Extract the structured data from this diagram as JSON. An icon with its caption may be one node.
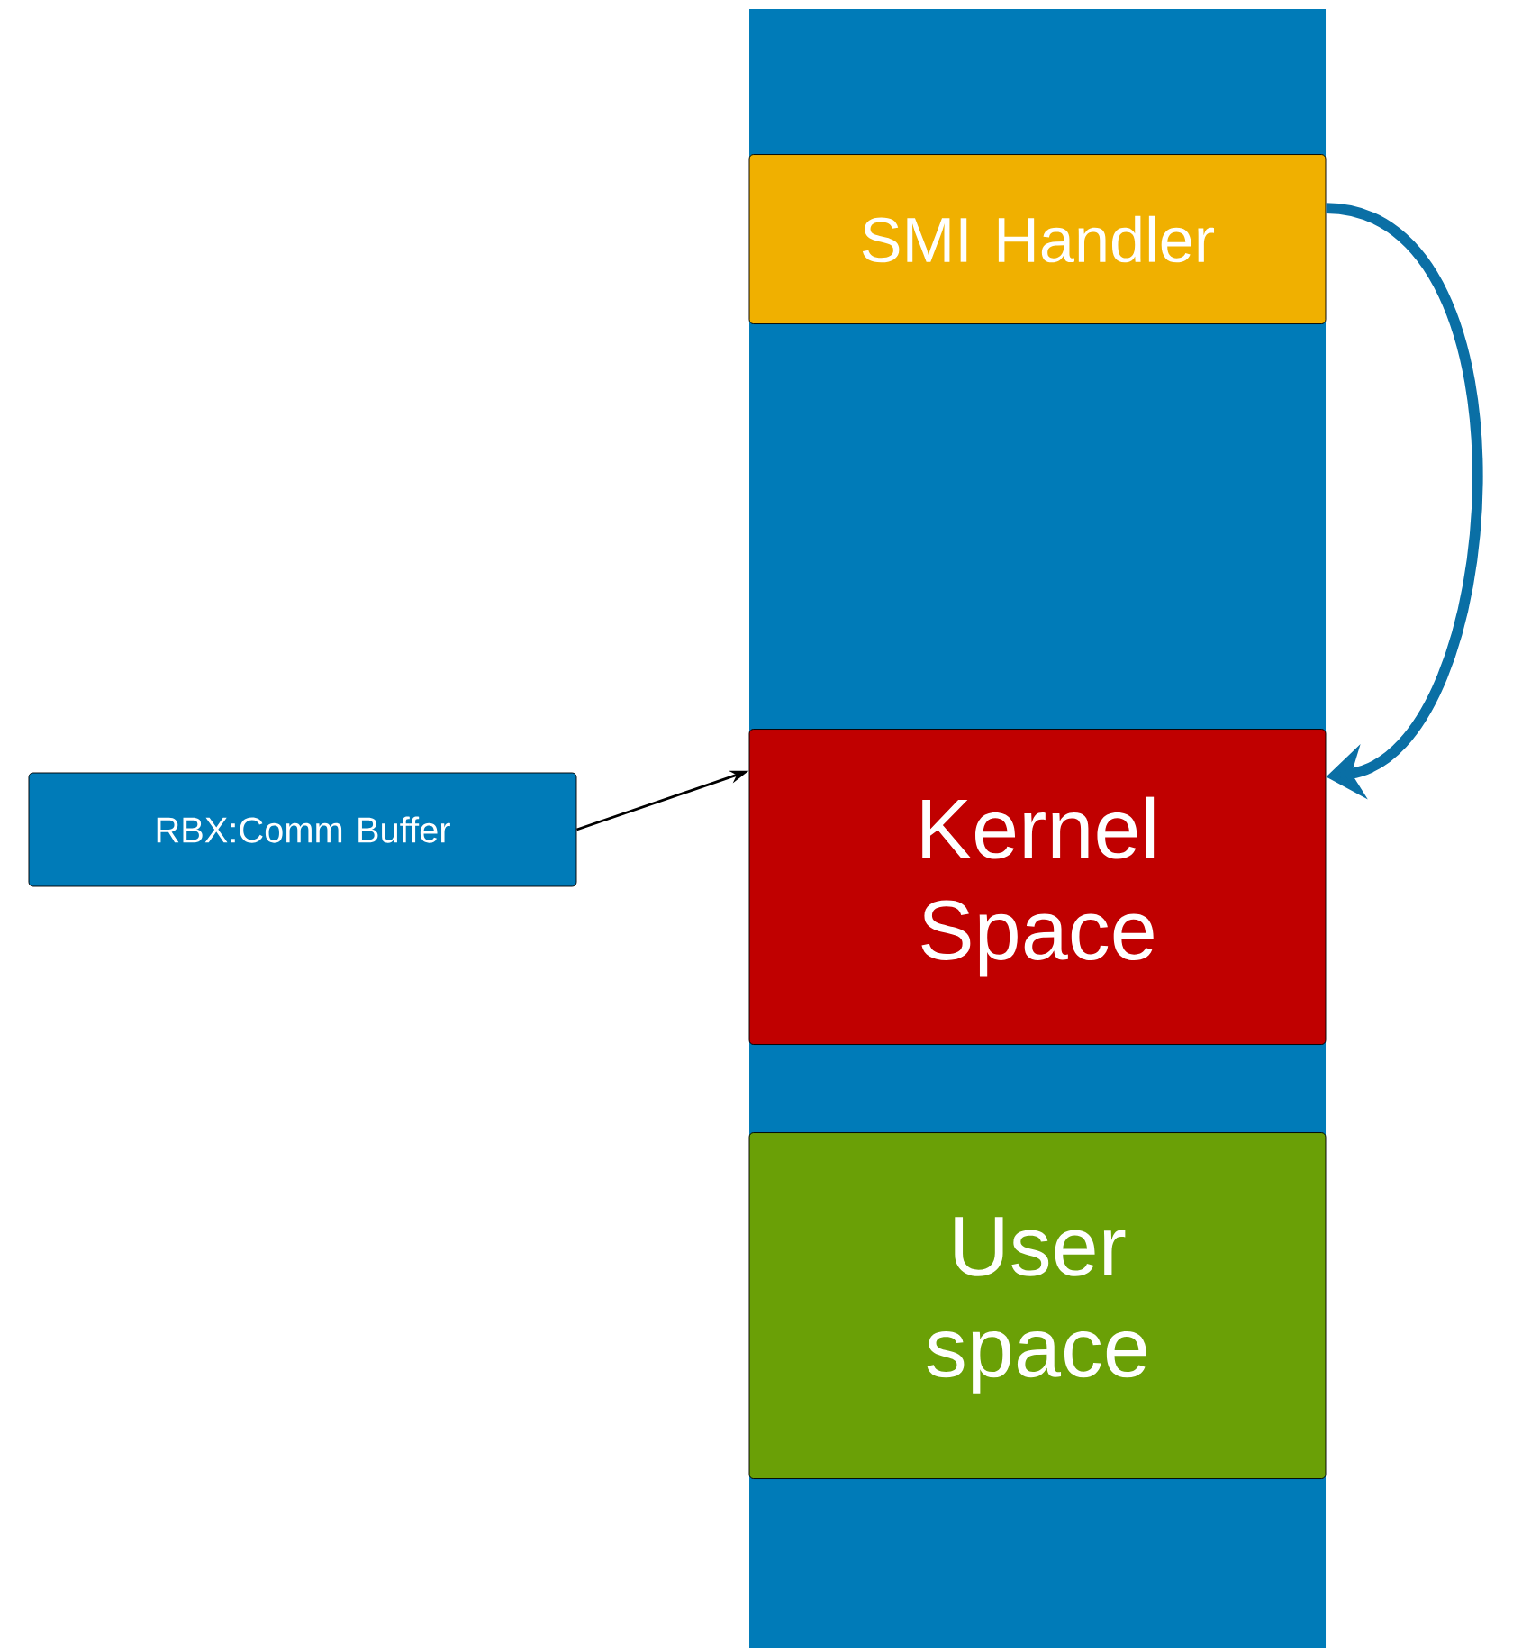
{
  "diagram": {
    "nodes": [
      {
        "text": [],
        "shape": "bar"
      },
      {
        "text": [
          "SMI Handler"
        ],
        "in": 0
      },
      {
        "text": [
          "Kernel Space"
        ],
        "in": 0
      },
      {
        "text": [
          "User space"
        ],
        "in": 0
      },
      {
        "text": [
          "RBX:Comm Buffer"
        ]
      }
    ],
    "edges": [
      {
        "from": 4,
        "to": 2,
        "arrow": "to"
      },
      {
        "from": 1,
        "to": 2,
        "arrow": "to",
        "style": "thick",
        "color": "#0a6fa5"
      }
    ]
  }
}
